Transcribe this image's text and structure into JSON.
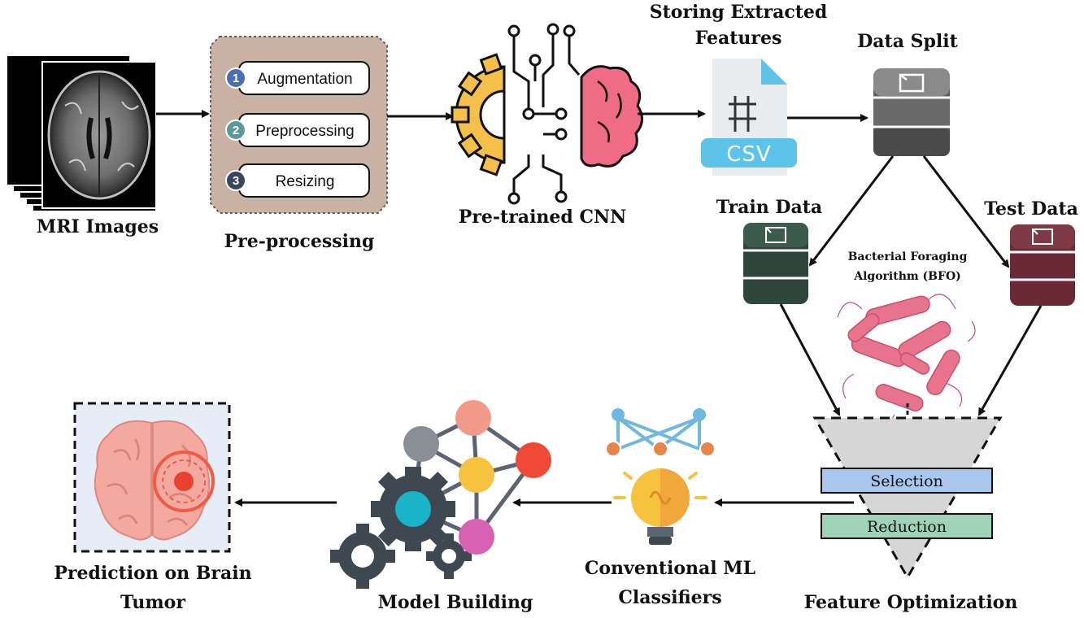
{
  "labels": {
    "mri_images": "MRI Images",
    "pre_processing": "Pre-processing",
    "pretrained_cnn": "Pre-trained CNN",
    "storing_line1": "Storing Extracted",
    "storing_line2": "Features",
    "data_split": "Data Split",
    "train_data": "Train Data",
    "test_data": "Test Data",
    "bfo_line1": "Bacterial Foraging",
    "bfo_line2": "Algorithm (BFO)",
    "feature_optimization": "Feature Optimization",
    "conventional_line1": "Conventional ML",
    "conventional_line2": "Classifiers",
    "model_building": "Model Building",
    "prediction_line1": "Prediction on Brain",
    "prediction_line2": "Tumor"
  },
  "preprocessing_steps": [
    {
      "number": "1",
      "label": "Augmentation",
      "badge_color": "#4a6fb5"
    },
    {
      "number": "2",
      "label": "Preprocessing",
      "badge_color": "#5a9a9a"
    },
    {
      "number": "3",
      "label": "Resizing",
      "badge_color": "#3a4660"
    }
  ],
  "csv_badge": "CSV",
  "optimization_steps": {
    "selection": "Selection",
    "reduction": "Reduction"
  },
  "colors": {
    "preprocess_panel": "#c9b2a4",
    "gear": "#f4c04a",
    "brain": "#ef6b86",
    "csv_accent": "#5ec3e8",
    "train_db": "#2f463d",
    "test_db": "#6a2a35",
    "split_db": "#5a5a5a",
    "selection": "#a9c6ec",
    "reduction": "#9fd2b6",
    "funnel": "#d6d6d6",
    "bacteria": "#e8738c"
  }
}
